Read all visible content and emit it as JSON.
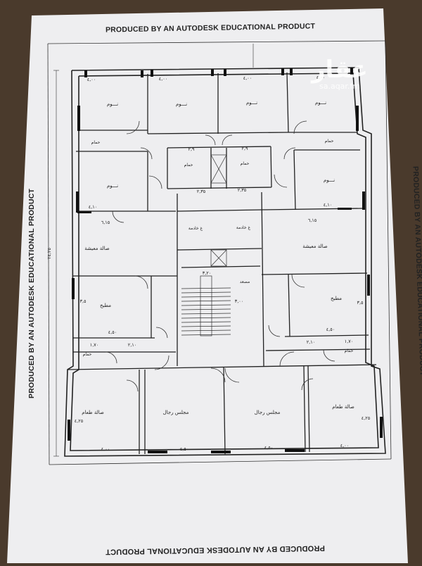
{
  "sheet": {
    "header_top": "PRODUCED BY AN AUTODESK EDUCATIONAL PRODUCT",
    "header_bottom": "PRODUCED BY AN AUTODESK EDUCATIONAL PRODUCT",
    "header_left": "PRODUCED BY AN AUTODESK EDUCATIONAL PRODUCT",
    "header_right": "PRODUCED BY AN AUTODESK EDUCATIONAL PRODUCT"
  },
  "watermark": {
    "logo": "عقار",
    "url": "sa.aqar.fm"
  },
  "plan": {
    "rooms": {
      "bed1": "نـــوم",
      "bed2": "نـــوم",
      "bed3": "نـــوم",
      "bed4": "نـــوم",
      "bed5": "نـــوم",
      "bed6": "نـــوم",
      "living_left": "صالة معيشة",
      "living_right": "صالة معيشة",
      "kitchen_left": "مطبخ",
      "kitchen_right": "مطبخ",
      "dining_left": "صالة طعام",
      "dining_right": "صالة طعام",
      "majlis_left": "مجلس رجال",
      "majlis_right": "مجلس رجال",
      "bath1": "حمام",
      "bath2": "حمام",
      "bath3": "حمام",
      "bath4": "حمام",
      "bath5": "حمام",
      "bath6": "حمام",
      "gh_left": "غ خادمة",
      "gh_right": "غ خادمة",
      "elevator": "مصعد"
    },
    "dims": {
      "d1": "٤,٠٠",
      "d2": "٤,٠٠",
      "d3": "٤,٠٠",
      "d4": "٤,٠٠",
      "d5": "٤,١٠",
      "d6": "٤,١٠",
      "d7": "٦,١٥",
      "d8": "٦,١٥",
      "d9": "٤,٥٠",
      "d10": "٤,٥٠",
      "d11": "٤,٠٠",
      "d12": "٤,٥٠",
      "d13": "٤,٥٠",
      "d14": "٤,٠٠",
      "d15": "٢,٣٥",
      "d16": "٢,٣٥",
      "d17": "٣,٢٠",
      "d18": "٢,٩",
      "d19": "٢,٩",
      "d20": "٢٤,٢٥",
      "d21": "٣,٥",
      "d22": "٣,٥",
      "d23": "٤,٢٥",
      "d24": "٤,٢٥",
      "d25": "١,٧٠",
      "d26": "١,٧٠",
      "d27": "٢,١٠",
      "d28": "٢,١٠",
      "d29": "٣,٠٠"
    }
  }
}
